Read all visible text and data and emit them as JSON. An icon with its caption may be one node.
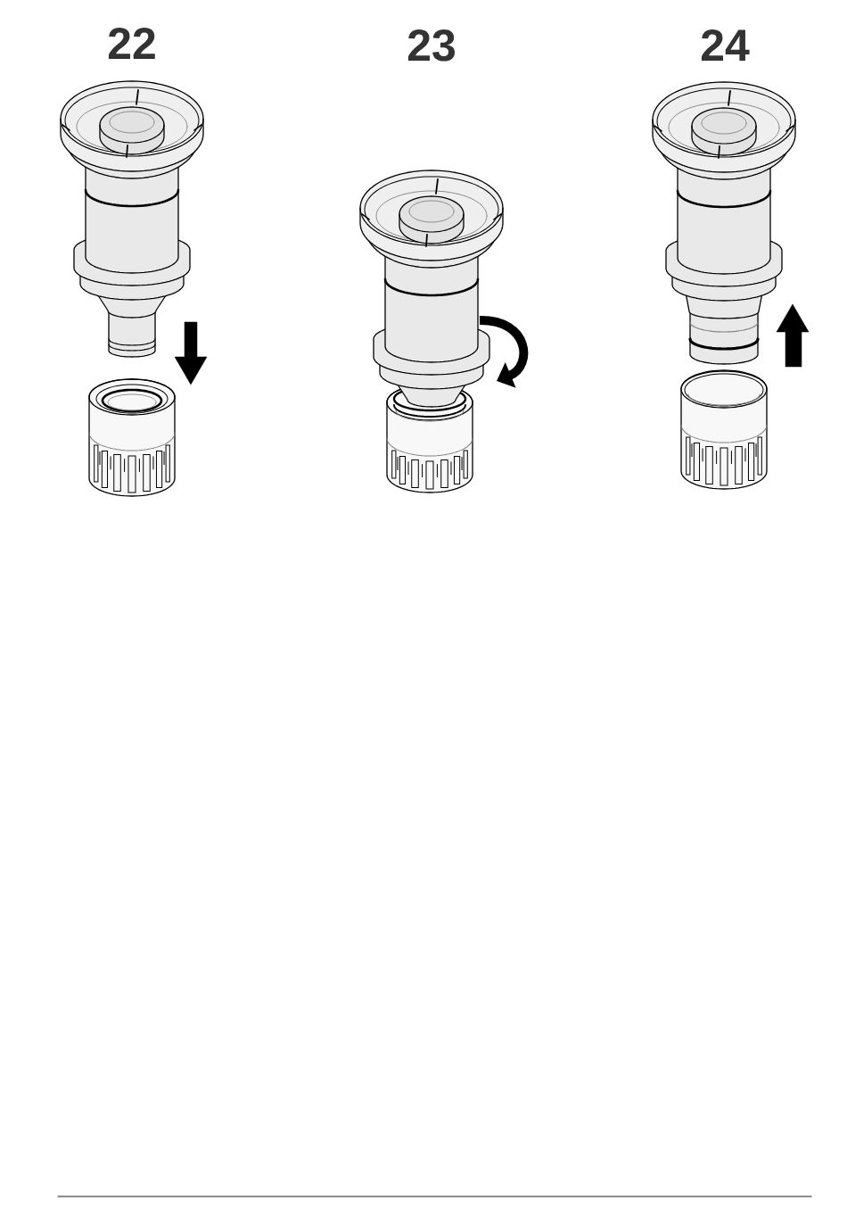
{
  "diagram": {
    "labels": [
      "22",
      "23",
      "24"
    ]
  }
}
